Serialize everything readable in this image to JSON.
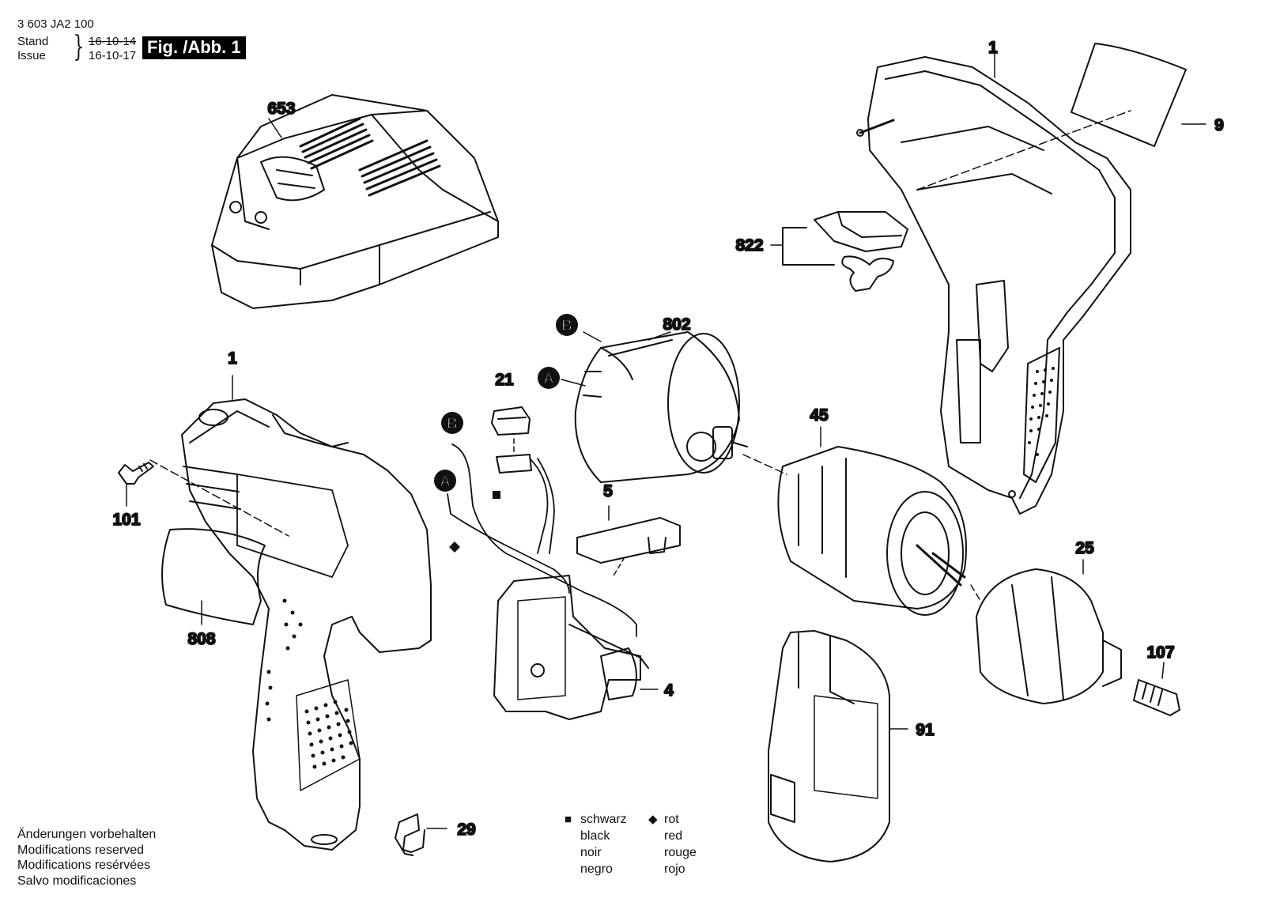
{
  "header": {
    "doc_number": "3 603 JA2 100",
    "stand_label": "Stand",
    "issue_label": "Issue",
    "stand_date": "16-10-14",
    "issue_date": "16-10-17",
    "fig_label": "Fig. /Abb. 1"
  },
  "parts": [
    {
      "id": "part-1-top",
      "label": "1"
    },
    {
      "id": "part-9",
      "label": "9"
    },
    {
      "id": "part-653",
      "label": "653"
    },
    {
      "id": "part-822",
      "label": "822"
    },
    {
      "id": "part-802",
      "label": "802"
    },
    {
      "id": "part-21",
      "label": "21"
    },
    {
      "id": "part-1-left",
      "label": "1"
    },
    {
      "id": "part-101",
      "label": "101"
    },
    {
      "id": "part-45",
      "label": "45"
    },
    {
      "id": "part-5",
      "label": "5"
    },
    {
      "id": "part-808",
      "label": "808"
    },
    {
      "id": "part-25",
      "label": "25"
    },
    {
      "id": "part-107",
      "label": "107"
    },
    {
      "id": "part-4",
      "label": "4"
    },
    {
      "id": "part-91",
      "label": "91"
    },
    {
      "id": "part-29",
      "label": "29"
    }
  ],
  "markers": {
    "a": "A",
    "b": "B"
  },
  "legend": {
    "black_symbol": "■",
    "red_symbol": "◆",
    "black": [
      "schwarz",
      "black",
      "noir",
      "negro"
    ],
    "red": [
      "rot",
      "red",
      "rouge",
      "rojo"
    ]
  },
  "footer": [
    "Änderungen vorbehalten",
    "Modifications reserved",
    "Modifications resérvées",
    "Salvo modificaciones"
  ]
}
